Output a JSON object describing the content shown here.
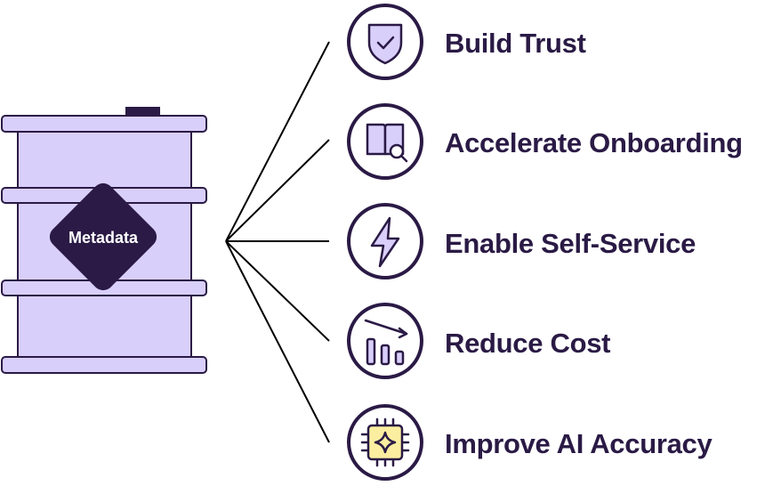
{
  "center": {
    "label": "Metadata"
  },
  "benefits": [
    {
      "label": "Build Trust",
      "icon": "shield-check-icon"
    },
    {
      "label": "Accelerate Onboarding",
      "icon": "book-search-icon"
    },
    {
      "label": "Enable Self-Service",
      "icon": "lightning-bolt-icon"
    },
    {
      "label": "Reduce Cost",
      "icon": "declining-bar-chart-icon"
    },
    {
      "label": "Improve AI Accuracy",
      "icon": "ai-chip-icon"
    }
  ],
  "colors": {
    "dark": "#2a1a45",
    "lavender": "#d9cffb",
    "yellow": "#fbeea0",
    "white": "#ffffff"
  }
}
